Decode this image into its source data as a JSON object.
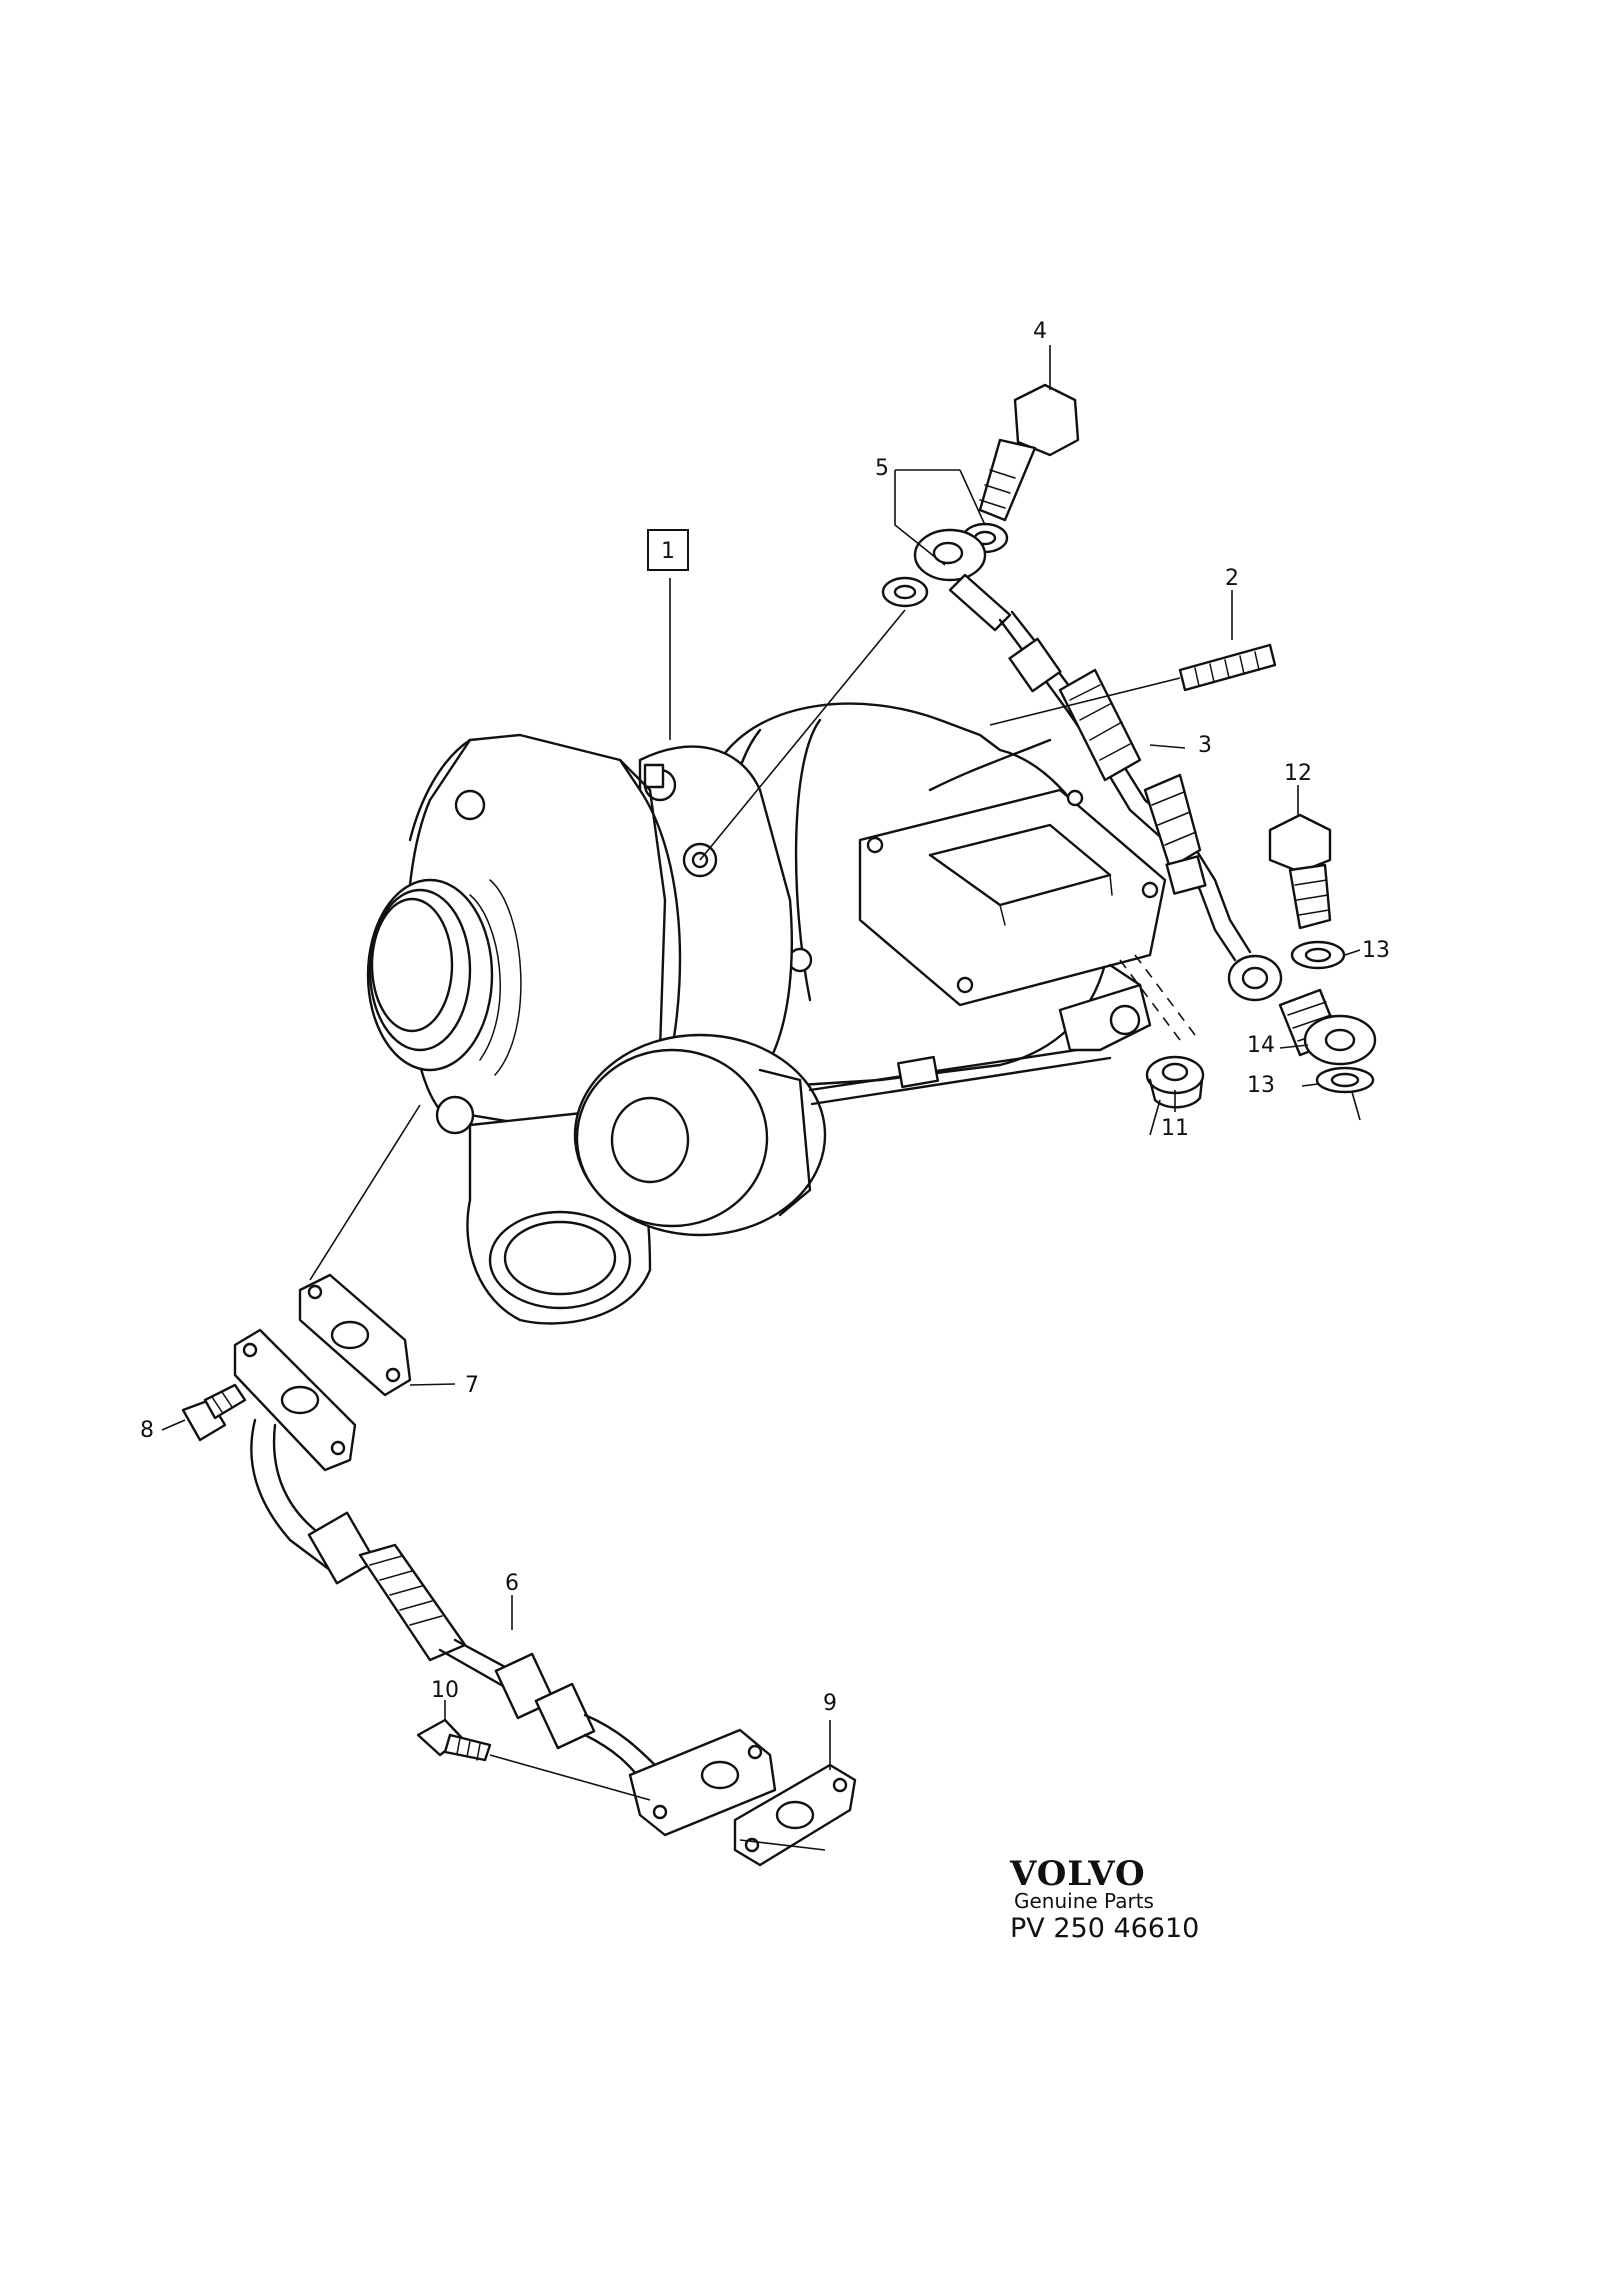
{
  "callouts": [
    {
      "id": "c1",
      "label": "1",
      "boxed": true
    },
    {
      "id": "c2",
      "label": "2"
    },
    {
      "id": "c3",
      "label": "3"
    },
    {
      "id": "c4",
      "label": "4"
    },
    {
      "id": "c5",
      "label": "5"
    },
    {
      "id": "c6",
      "label": "6"
    },
    {
      "id": "c7",
      "label": "7"
    },
    {
      "id": "c8",
      "label": "8"
    },
    {
      "id": "c9",
      "label": "9"
    },
    {
      "id": "c10",
      "label": "10"
    },
    {
      "id": "c11",
      "label": "11"
    },
    {
      "id": "c12",
      "label": "12"
    },
    {
      "id": "c13a",
      "label": "13"
    },
    {
      "id": "c13b",
      "label": "13"
    },
    {
      "id": "c14",
      "label": "14"
    }
  ],
  "brand": {
    "logo": "VOLVO",
    "subtitle": "Genuine Parts",
    "code": "PV 250 46610"
  }
}
